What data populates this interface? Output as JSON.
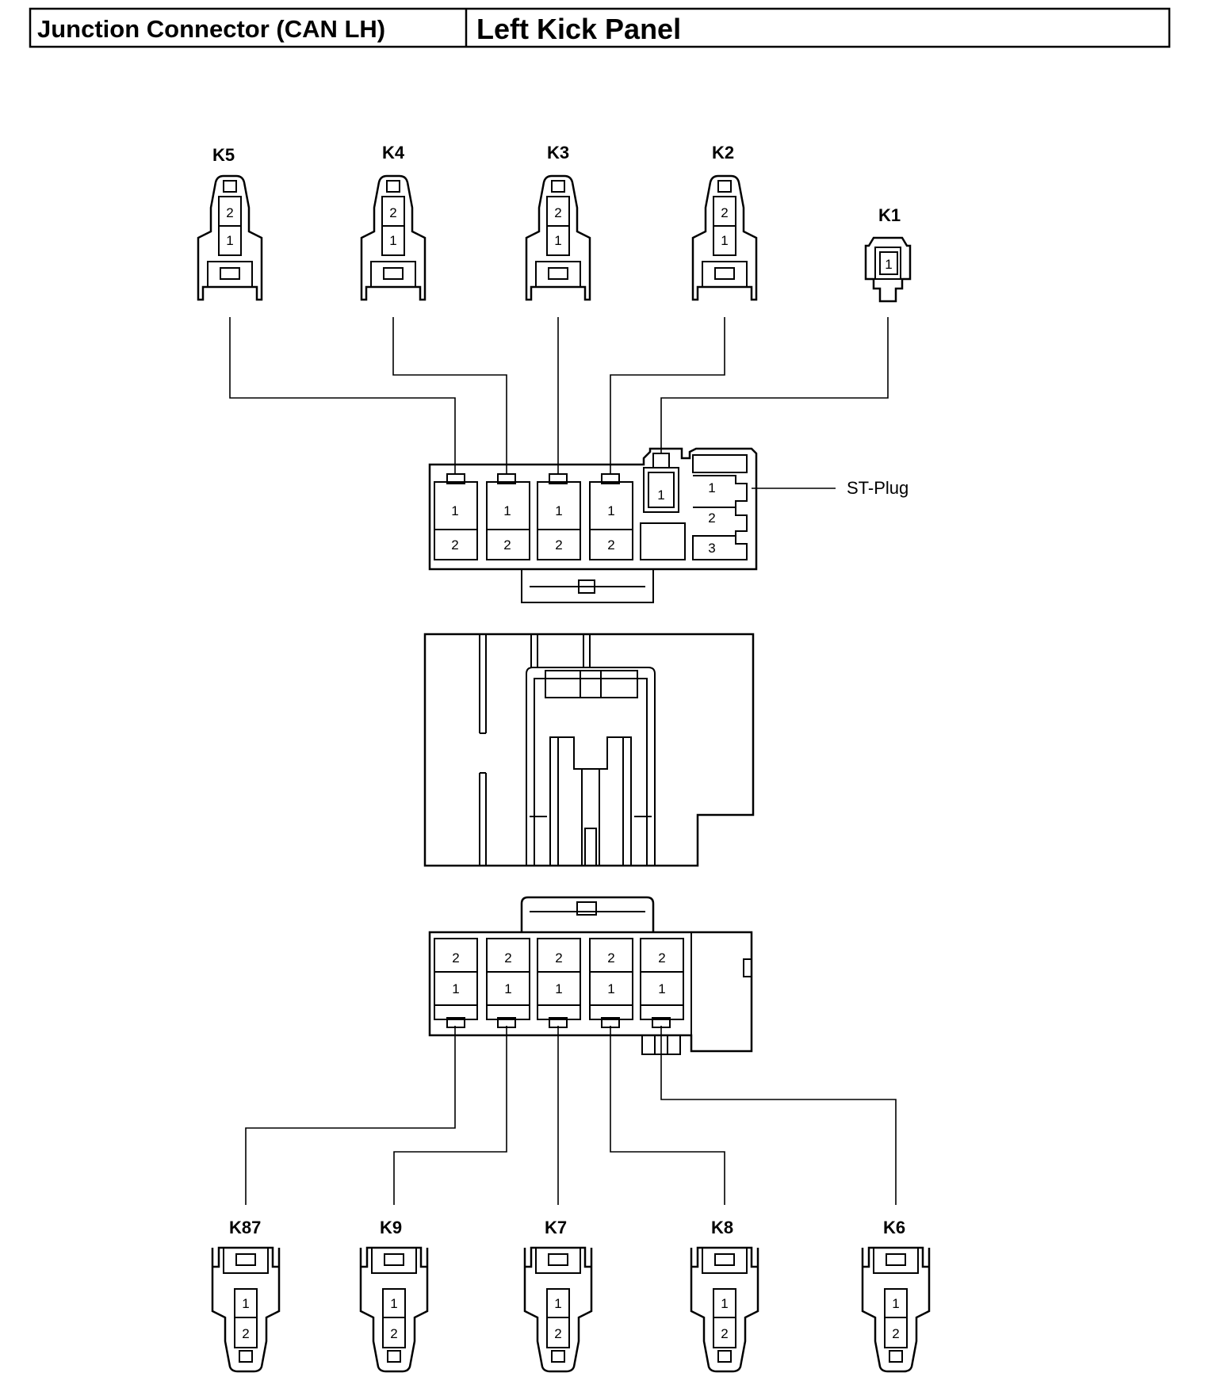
{
  "header": {
    "component": "Junction Connector (CAN LH)",
    "location": "Left Kick Panel"
  },
  "top_connectors": [
    {
      "id": "K5",
      "pins": [
        "2",
        "1"
      ]
    },
    {
      "id": "K4",
      "pins": [
        "2",
        "1"
      ]
    },
    {
      "id": "K3",
      "pins": [
        "2",
        "1"
      ]
    },
    {
      "id": "K2",
      "pins": [
        "2",
        "1"
      ]
    },
    {
      "id": "K1",
      "pins": [
        "1"
      ]
    }
  ],
  "bottom_connectors": [
    {
      "id": "K87",
      "pins": [
        "1",
        "2"
      ]
    },
    {
      "id": "K9",
      "pins": [
        "1",
        "2"
      ]
    },
    {
      "id": "K7",
      "pins": [
        "1",
        "2"
      ]
    },
    {
      "id": "K8",
      "pins": [
        "1",
        "2"
      ]
    },
    {
      "id": "K6",
      "pins": [
        "1",
        "2"
      ]
    }
  ],
  "upper_block": {
    "slots": [
      {
        "top": "1",
        "bottom": "2"
      },
      {
        "top": "1",
        "bottom": "2"
      },
      {
        "top": "1",
        "bottom": "2"
      },
      {
        "top": "1",
        "bottom": "2"
      }
    ],
    "single_pin": "1",
    "st_plug_pins": [
      "1",
      "2",
      "3"
    ],
    "st_plug_label": "ST-Plug"
  },
  "lower_block": {
    "slots": [
      {
        "top": "2",
        "bottom": "1"
      },
      {
        "top": "2",
        "bottom": "1"
      },
      {
        "top": "2",
        "bottom": "1"
      },
      {
        "top": "2",
        "bottom": "1"
      },
      {
        "top": "2",
        "bottom": "1"
      }
    ]
  }
}
